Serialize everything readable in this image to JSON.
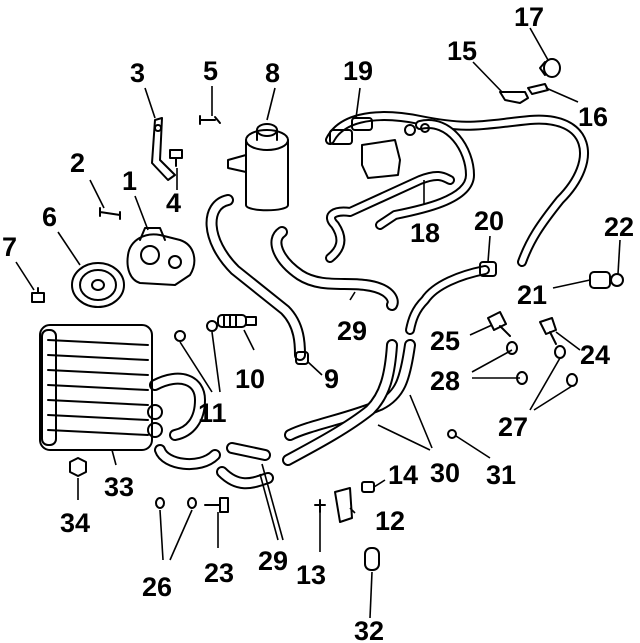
{
  "callouts": [
    {
      "id": "c1",
      "text": "1"
    },
    {
      "id": "c2",
      "text": "2"
    },
    {
      "id": "c3",
      "text": "3"
    },
    {
      "id": "c4",
      "text": "4"
    },
    {
      "id": "c5",
      "text": "5"
    },
    {
      "id": "c6",
      "text": "6"
    },
    {
      "id": "c7",
      "text": "7"
    },
    {
      "id": "c8",
      "text": "8"
    },
    {
      "id": "c9",
      "text": "9"
    },
    {
      "id": "c10",
      "text": "10"
    },
    {
      "id": "c11",
      "text": "11"
    },
    {
      "id": "c12",
      "text": "12"
    },
    {
      "id": "c13",
      "text": "13"
    },
    {
      "id": "c14",
      "text": "14"
    },
    {
      "id": "c15",
      "text": "15"
    },
    {
      "id": "c16",
      "text": "16"
    },
    {
      "id": "c17",
      "text": "17"
    },
    {
      "id": "c18",
      "text": "18"
    },
    {
      "id": "c19",
      "text": "19"
    },
    {
      "id": "c20",
      "text": "20"
    },
    {
      "id": "c21",
      "text": "21"
    },
    {
      "id": "c22",
      "text": "22"
    },
    {
      "id": "c23",
      "text": "23"
    },
    {
      "id": "c24",
      "text": "24"
    },
    {
      "id": "c25",
      "text": "25"
    },
    {
      "id": "c26",
      "text": "26"
    },
    {
      "id": "c27",
      "text": "27"
    },
    {
      "id": "c28",
      "text": "28"
    },
    {
      "id": "c29a",
      "text": "29"
    },
    {
      "id": "c29b",
      "text": "29"
    },
    {
      "id": "c30",
      "text": "30"
    },
    {
      "id": "c31",
      "text": "31"
    },
    {
      "id": "c32",
      "text": "32"
    },
    {
      "id": "c33",
      "text": "33"
    },
    {
      "id": "c34",
      "text": "34"
    }
  ]
}
